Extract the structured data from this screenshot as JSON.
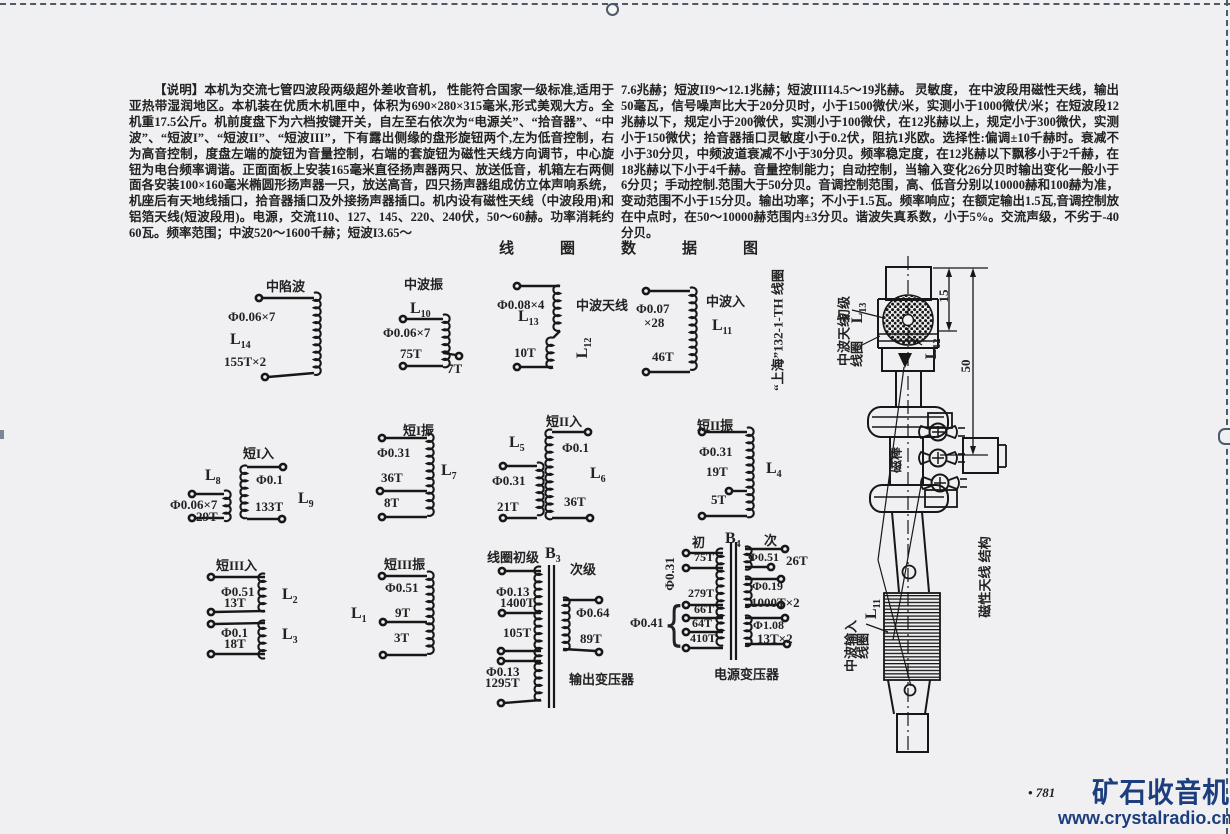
{
  "description": {
    "left": "【说明】本机为交流七管四波段两级超外差收音机， 性能符合国家一级标准,适用于亚热带湿润地区。本机装在优质木机匣中，体积为690×280×315毫米,形式美观大方。全机重17.5公斤。机前度盘下为六档按键开关，自左至右依次为“电源关”、“拾音器”、“中波”、“短波I”、“短波II”、“短波III”，下有露出侧缘的盘形旋钮两个,左为低音控制，右为高音控制，度盘左端的旋钮为音量控制，右端的套旋钮为磁性天线方向调节，中心旋钮为电台频率调谐。正面面板上安装165毫米直径扬声器两只、放送低音，机箱左右两侧面各安装100×160毫米椭圆形扬声器一只，放送高音，四只扬声器组成仿立体声响系统，机座后有天地线插口，拾音器插口及外接扬声器插口。机内设有磁性天线（中波段用)和铝箔天线(短波段用)。电源，交流110、127、145、220、240伏，50～60赫。功率消耗约60瓦。频率范围；中波520～1600千赫；短波I3.65～",
    "right": "7.6兆赫；短波II9～12.1兆赫；短波III14.5～19兆赫。 灵敏度， 在中波段用磁性天线，输出50毫瓦，信号噪声比大于20分贝时，小于1500微伏/米，实测小于1000微伏/米；在短波段12兆赫以下，规定小于200微伏，实测小于100微伏，在12兆赫以上，规定小于300微伏，实测小于150微伏；拾音器插口灵敏度小于0.2伏，阻抗1兆欧。选择性:偏调±10千赫时。衰减不小于30分贝，中频波道衰减不小于30分贝。频率稳定度，在12兆赫以下飘移小于2千赫，在18兆赫以下小于4千赫。音量控制能力；自动控制，当输入变化26分贝时输出变化一般小于6分贝；手动控制.范围大于50分贝。音调控制范围，高、低音分别以10000赫和100赫为准，变动范围不小于15分贝。输出功率；不小于1.5瓦。频率响应；在额定输出1.5瓦,音调控制放在中点时，在50～10000赫范围内±3分贝。谐波失真系数，小于5%。交流声级，不劣于-40分贝。"
  },
  "diagram_title": "线圈数据图",
  "side_note": "“上海”132-1-TH 线圈",
  "coils": {
    "if_trap": {
      "title": "中陷波",
      "wire": "Φ0.06×7",
      "des": "L",
      "idx": "14",
      "turns": "155T×2"
    },
    "mw_osc": {
      "title": "中波振",
      "des": "L",
      "idx": "10",
      "wire": "Φ0.06×7",
      "turns": "75T",
      "tap": "7T"
    },
    "mw_ant": {
      "title": "中波天线",
      "wire": "Φ0.08×4",
      "des": "L",
      "idx": "13",
      "turns": "10T",
      "des2": "L",
      "idx2": "12"
    },
    "mw_in": {
      "title": "中波入",
      "wire": "Φ0.07",
      "wire2": "×28",
      "des": "L",
      "idx": "11",
      "turns": "46T"
    },
    "sw1_in": {
      "title": "短I入",
      "des_a": "L",
      "idx_a": "8",
      "wire_a": "Φ0.06×7",
      "turns_a": "29T",
      "wire_b": "Φ0.1",
      "turns_b": "133T",
      "des_b": "L",
      "idx_b": "9"
    },
    "sw1_osc": {
      "title": "短I振",
      "wire": "Φ0.31",
      "turns": "36T",
      "tap": "8T",
      "des": "L",
      "idx": "7"
    },
    "sw2_in": {
      "title": "短II入",
      "des_a": "L",
      "idx_a": "5",
      "wire_a": "Φ0.31",
      "turns_a": "21T",
      "wire_b": "Φ0.1",
      "turns_b": "36T",
      "des_b": "L",
      "idx_b": "6"
    },
    "sw2_osc": {
      "title": "短II振",
      "wire": "Φ0.31",
      "turns": "19T",
      "tap": "5T",
      "des": "L",
      "idx": "4"
    },
    "sw3_in": {
      "title": "短III入",
      "wire_a": "Φ0.51",
      "turns_a": "13T",
      "des_a": "L",
      "idx_a": "2",
      "wire_b": "Φ0.1",
      "turns_b": "18T",
      "des_b": "L",
      "idx_b": "3"
    },
    "sw3_osc": {
      "title": "短III振",
      "des": "L",
      "idx": "1",
      "wire": "Φ0.51",
      "turns": "9T",
      "tap": "3T"
    }
  },
  "output_transformer": {
    "label": "线圈初级",
    "des": "B",
    "idx": "3",
    "secondary_label": "次级",
    "p1_wire": "Φ0.13",
    "p1_turns": "1400T",
    "p2_turns": "105T",
    "p3_wire": "Φ0.13",
    "p3_turns": "1295T",
    "s_wire": "Φ0.64",
    "s_turns": "89T",
    "caption": "输出变压器"
  },
  "power_transformer": {
    "primary_label": "初",
    "des": "B",
    "idx": "4",
    "secondary_label": "次",
    "p_wire_top": "Φ0.31",
    "p_wire_bottom": "Φ0.41",
    "p_turns": [
      "75T",
      "279T",
      "66T",
      "64T",
      "410T"
    ],
    "s1_wire": "Φ0.51",
    "s1_turns": "26T",
    "s2_wire": "Φ0.19",
    "s2_turns": "1000T×2",
    "s3_wire": "Φ1.08",
    "s3_turns": "13T×2",
    "caption": "电源变压器"
  },
  "antenna": {
    "ant_label": "中波天线",
    "primary_label": "初级",
    "coil_label": "线圈",
    "l13_des": "L",
    "l13_idx": "13",
    "l12_des": "L",
    "l12_idx": "12",
    "rod_label": "磁棒",
    "structure_label": "磁性天线 结构",
    "input_label": "中波输入",
    "input_coil_label": "线圈",
    "l11_des": "L",
    "l11_idx": "11",
    "dim_15": "15",
    "dim_50": "50"
  },
  "page_number": "• 781",
  "watermark": {
    "logo": "矿石收音机",
    "url": "www.crystalradio.cn",
    "color": "#1c3e7e"
  }
}
